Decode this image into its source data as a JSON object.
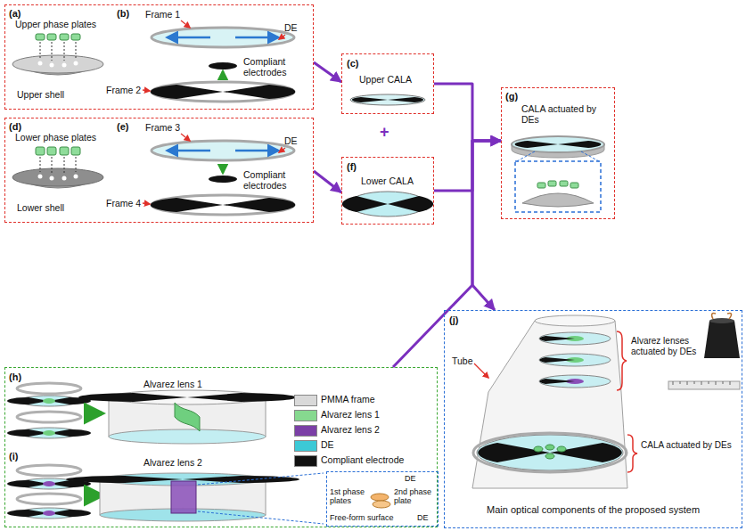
{
  "diagram": {
    "nodes": [
      {
        "text": [
          "(a)",
          "Upper phase plates",
          "Upper shell",
          "(b)",
          "Frame 1",
          "DE",
          "Compliant electrodes",
          "Frame 2"
        ]
      },
      {
        "text": [
          "(c)",
          "Upper CALA"
        ]
      },
      {
        "text": [
          "(d)",
          "Lower phase plates",
          "Lower shell",
          "(e)",
          "Frame 3",
          "DE",
          "Compliant electrodes",
          "Frame 4"
        ]
      },
      {
        "text": [
          "(f)",
          "Lower CALA"
        ]
      },
      {
        "text": [
          "(g)",
          "CALA actuated by DEs"
        ]
      },
      {
        "text": [
          "(h)",
          "Alvarez lens 1",
          "(i)",
          "Alvarez lens 2"
        ]
      },
      {
        "text": [
          "DE",
          "1st phase plates",
          "2nd phase plate",
          "Free-form surface",
          "DE"
        ],
        "in": 5
      },
      {
        "text": [
          "(j)",
          "Tube",
          "Alvarez lenses actuated by DEs",
          "CALA actuated by DEs",
          "Main optical components of the proposed system"
        ]
      }
    ],
    "edges": [
      {
        "from": 0,
        "to": 1,
        "arrow": "to"
      },
      {
        "from": 2,
        "to": 3,
        "arrow": "to"
      },
      {
        "from": 1,
        "to": 4,
        "arrow": "to"
      },
      {
        "from": 3,
        "to": 4,
        "arrow": "to"
      },
      {
        "from": 4,
        "to": 5,
        "arrow": "none"
      },
      {
        "from": 4,
        "to": 7,
        "arrow": "to"
      }
    ],
    "labels": [
      "+"
    ],
    "legend": [
      {
        "text": "PMMA frame",
        "color": "#d9d9d9"
      },
      {
        "text": "Alvarez lens 1",
        "color": "#86d98f"
      },
      {
        "text": "Alvarez lens 2",
        "color": "#7b3fa6"
      },
      {
        "text": "DE",
        "color": "#3cc9d6"
      },
      {
        "text": "Compliant electrode",
        "color": "#111111"
      }
    ]
  }
}
